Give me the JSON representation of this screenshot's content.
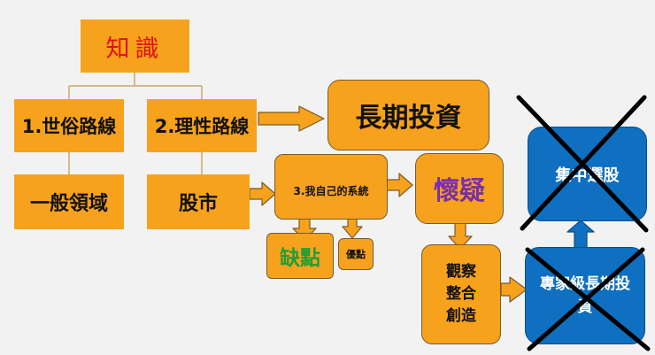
{
  "nodes": {
    "knowledge": "知識",
    "worldly_route": "1.世俗路線",
    "rational_route": "2.理性路線",
    "general_field": "一般領域",
    "stock_market": "股市",
    "long_term_investing": "長期投資",
    "own_system": "3.我自己的系統",
    "doubt": "懷疑",
    "weaknesses": "缺點",
    "strengths": "優點",
    "observe_integrate_create": [
      "觀察",
      "整合",
      "創造"
    ],
    "concentrated_stock_picking": "集中選股",
    "expert_long_term_investing": "專家級長期投資"
  },
  "colors": {
    "orange": "#f7a21d",
    "blue": "#0f6fc0",
    "red_text": "#e01010",
    "green_text": "#1f9e35",
    "purple_text": "#7a2fa8",
    "connector": "#c8a870"
  }
}
